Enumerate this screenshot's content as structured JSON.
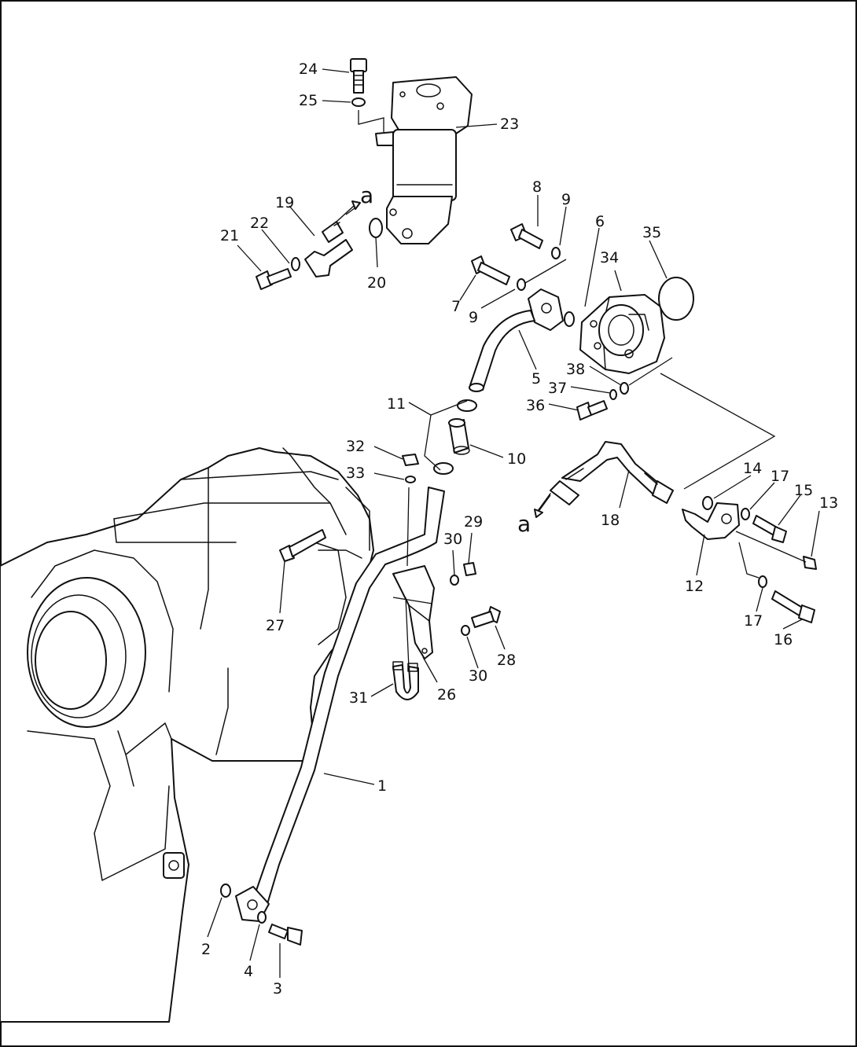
{
  "diagram": {
    "callouts": {
      "c1": "1",
      "c2": "2",
      "c3": "3",
      "c4": "4",
      "c5": "5",
      "c6": "6",
      "c7": "7",
      "c8": "8",
      "c9a": "9",
      "c9b": "9",
      "c10": "10",
      "c11": "11",
      "c12": "12",
      "c13": "13",
      "c14": "14",
      "c15": "15",
      "c16": "16",
      "c17a": "17",
      "c17b": "17",
      "c18": "18",
      "c19": "19",
      "c20": "20",
      "c21": "21",
      "c22": "22",
      "c23": "23",
      "c24": "24",
      "c25": "25",
      "c26": "26",
      "c27": "27",
      "c28": "28",
      "c29": "29",
      "c30a": "30",
      "c30b": "30",
      "c31": "31",
      "c32": "32",
      "c33": "33",
      "c34": "34",
      "c35": "35",
      "c36": "36",
      "c37": "37",
      "c38": "38"
    },
    "reference_marks": {
      "a_top": "a",
      "a_bottom": "a"
    }
  }
}
